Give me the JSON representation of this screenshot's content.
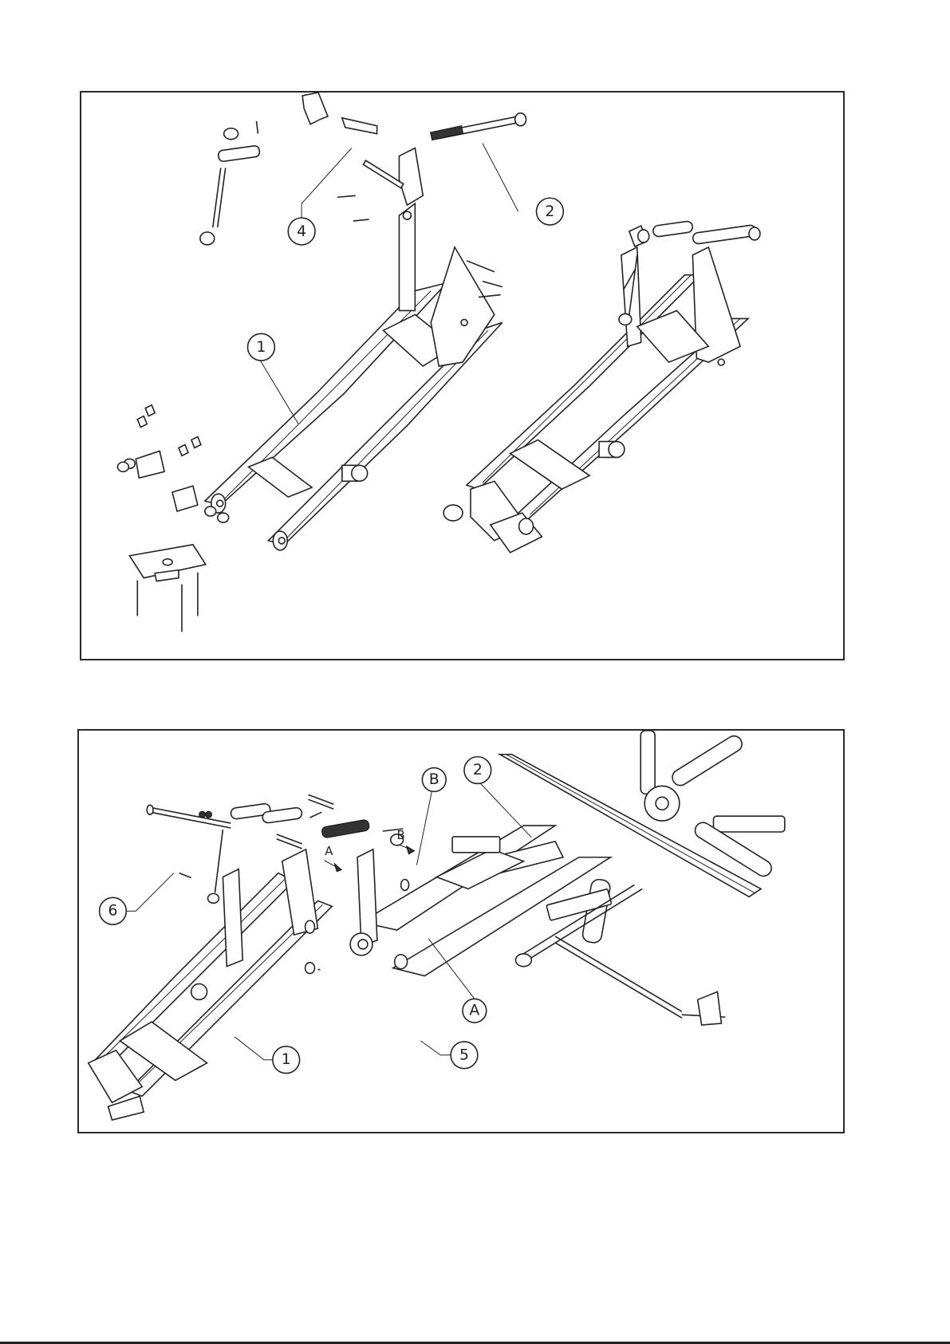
{
  "top_view": {
    "callouts": [
      {
        "id": "c1",
        "label": "1"
      },
      {
        "id": "c2",
        "label": "2"
      },
      {
        "id": "c4",
        "label": "4"
      }
    ]
  },
  "bottom_view": {
    "callouts": [
      {
        "id": "c1",
        "label": "1"
      },
      {
        "id": "c2",
        "label": "2"
      },
      {
        "id": "c5",
        "label": "5"
      },
      {
        "id": "c6",
        "label": "6"
      },
      {
        "id": "cA",
        "label": "A"
      },
      {
        "id": "cB",
        "label": "B"
      }
    ],
    "arrow_labels": {
      "a": "A",
      "b": "B"
    }
  }
}
